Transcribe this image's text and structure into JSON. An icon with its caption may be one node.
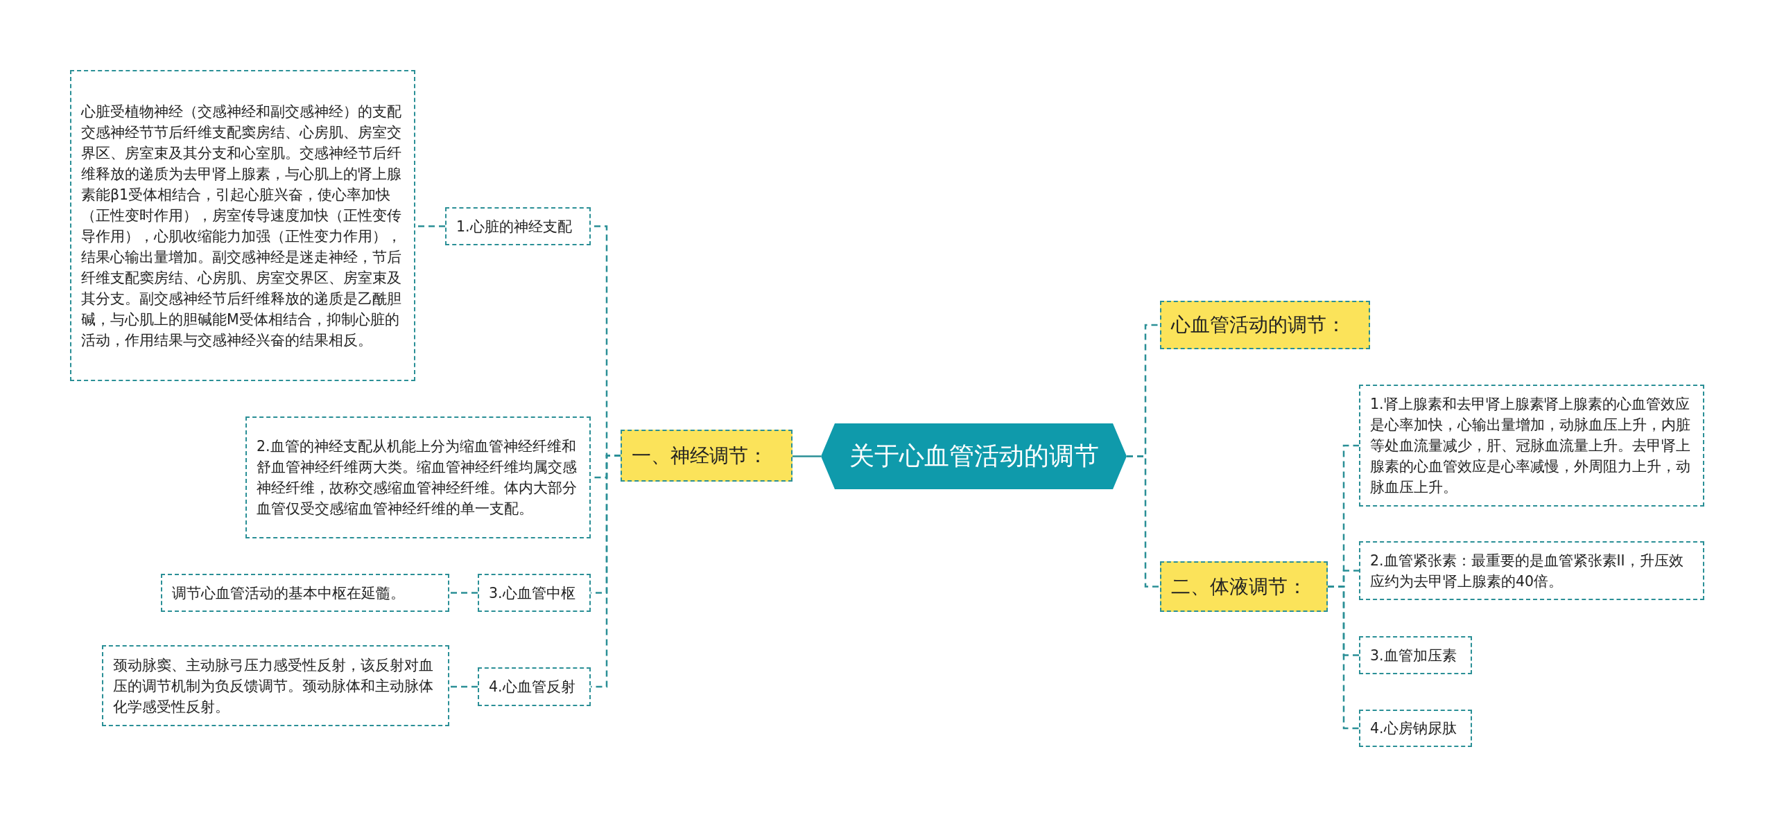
{
  "diagram": {
    "nodes": [
      {
        "text": [
          "关于心血管活动的调节"
        ]
      },
      {
        "text": [
          "一、神经调节："
        ]
      },
      {
        "text": [
          "1.心脏的神经支配"
        ]
      },
      {
        "text": [
          "心脏受植物神经（交感神经和副交感神经）的支配交感神经节节后纤维支配窦房结、心房肌、房室交界区、房室束及其分支和心室肌。交感神经节后纤维释放的递质为去甲肾上腺素，与心肌上的肾上腺素能β1受体相结合，引起心脏兴奋，使心率加快（正性变时作用），房室传导速度加快（正性变传导作用），心肌收缩能力加强（正性变力作用），结果心输出量增加。副交感神经是迷走神经，节后纤维支配窦房结、心房肌、房室交界区、房室束及其分支。副交感神经节后纤维释放的递质是乙酰胆碱，与心肌上的胆碱能M受体相结合，抑制心脏的活动，作用结果与交感神经兴奋的结果相反。"
        ]
      },
      {
        "text": [
          "2.血管的神经支配从机能上分为缩血管神经纤维和舒血管神经纤维两大类。缩血管神经纤维均属交感神经纤维，故称交感缩血管神经纤维。体内大部分血管仅受交感缩血管神经纤维的单一支配。"
        ]
      },
      {
        "text": [
          "3.心血管中枢"
        ]
      },
      {
        "text": [
          "调节心血管活动的基本中枢在延髓。"
        ]
      },
      {
        "text": [
          "4.心血管反射"
        ]
      },
      {
        "text": [
          "颈动脉窦、主动脉弓压力感受性反射，该反射对血压的调节机制为负反馈调节。颈动脉体和主动脉体化学感受性反射。"
        ]
      },
      {
        "text": [
          "心血管活动的调节："
        ]
      },
      {
        "text": [
          "二、体液调节："
        ]
      },
      {
        "text": [
          "1.肾上腺素和去甲肾上腺素肾上腺素的心血管效应是心率加快，心输出量增加，动脉血压上升，内脏等处血流量减少，肝、冠脉血流量上升。去甲肾上腺素的心血管效应是心率减慢，外周阻力上升，动脉血压上升。"
        ]
      },
      {
        "text": [
          "2.血管紧张素：最重要的是血管紧张素II，升压效应约为去甲肾上腺素的40倍。"
        ]
      },
      {
        "text": [
          "3.血管加压素"
        ]
      },
      {
        "text": [
          "4.心房钠尿肽"
        ]
      }
    ],
    "edges": [
      {
        "from": 0,
        "to": 1,
        "arrow": "none"
      },
      {
        "from": 1,
        "to": 2,
        "arrow": "none",
        "style": "dashed"
      },
      {
        "from": 2,
        "to": 3,
        "arrow": "none",
        "style": "dashed"
      },
      {
        "from": 1,
        "to": 4,
        "arrow": "none",
        "style": "dashed"
      },
      {
        "from": 1,
        "to": 5,
        "arrow": "none",
        "style": "dashed"
      },
      {
        "from": 5,
        "to": 6,
        "arrow": "none",
        "style": "dashed"
      },
      {
        "from": 1,
        "to": 7,
        "arrow": "none",
        "style": "dashed"
      },
      {
        "from": 7,
        "to": 8,
        "arrow": "none",
        "style": "dashed"
      },
      {
        "from": 0,
        "to": 9,
        "arrow": "none",
        "style": "dashed"
      },
      {
        "from": 0,
        "to": 10,
        "arrow": "none",
        "style": "dashed"
      },
      {
        "from": 10,
        "to": 11,
        "arrow": "none",
        "style": "dashed"
      },
      {
        "from": 10,
        "to": 12,
        "arrow": "none",
        "style": "dashed"
      },
      {
        "from": 10,
        "to": 13,
        "arrow": "none",
        "style": "dashed"
      },
      {
        "from": 10,
        "to": 14,
        "arrow": "none",
        "style": "dashed"
      }
    ]
  }
}
